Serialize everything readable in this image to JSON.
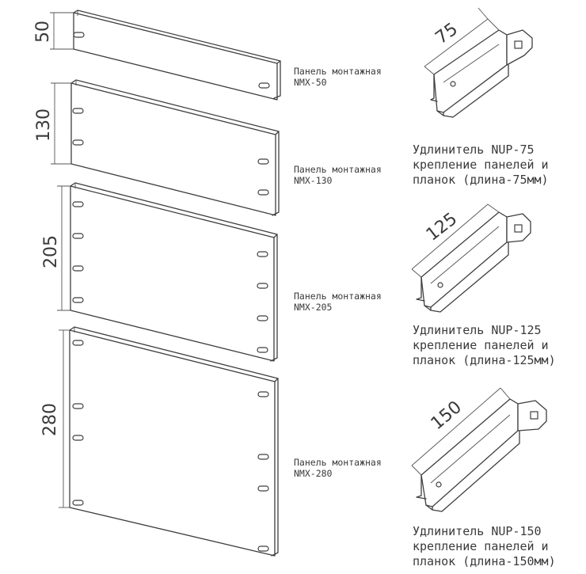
{
  "panels": [
    {
      "dimension": "50",
      "label_line1": "Панель монтажная",
      "label_line2": "NMX-50"
    },
    {
      "dimension": "130",
      "label_line1": "Панель монтажная",
      "label_line2": "NMX-130"
    },
    {
      "dimension": "205",
      "label_line1": "Панель монтажная",
      "label_line2": "NMX-205"
    },
    {
      "dimension": "280",
      "label_line1": "Панель монтажная",
      "label_line2": "NMX-280"
    }
  ],
  "extenders": [
    {
      "dimension": "75",
      "title": "Удлинитель NUP-75",
      "line2": "крепление панелей и",
      "line3": "планок (длина-75мм)"
    },
    {
      "dimension": "125",
      "title": "Удлинитель NUP-125",
      "line2": "крепление панелей и",
      "line3": "планок (длина-125мм)"
    },
    {
      "dimension": "150",
      "title": "Удлинитель NUP-150",
      "line2": "крепление панелей и",
      "line3": "планок (длина-150мм)"
    }
  ]
}
